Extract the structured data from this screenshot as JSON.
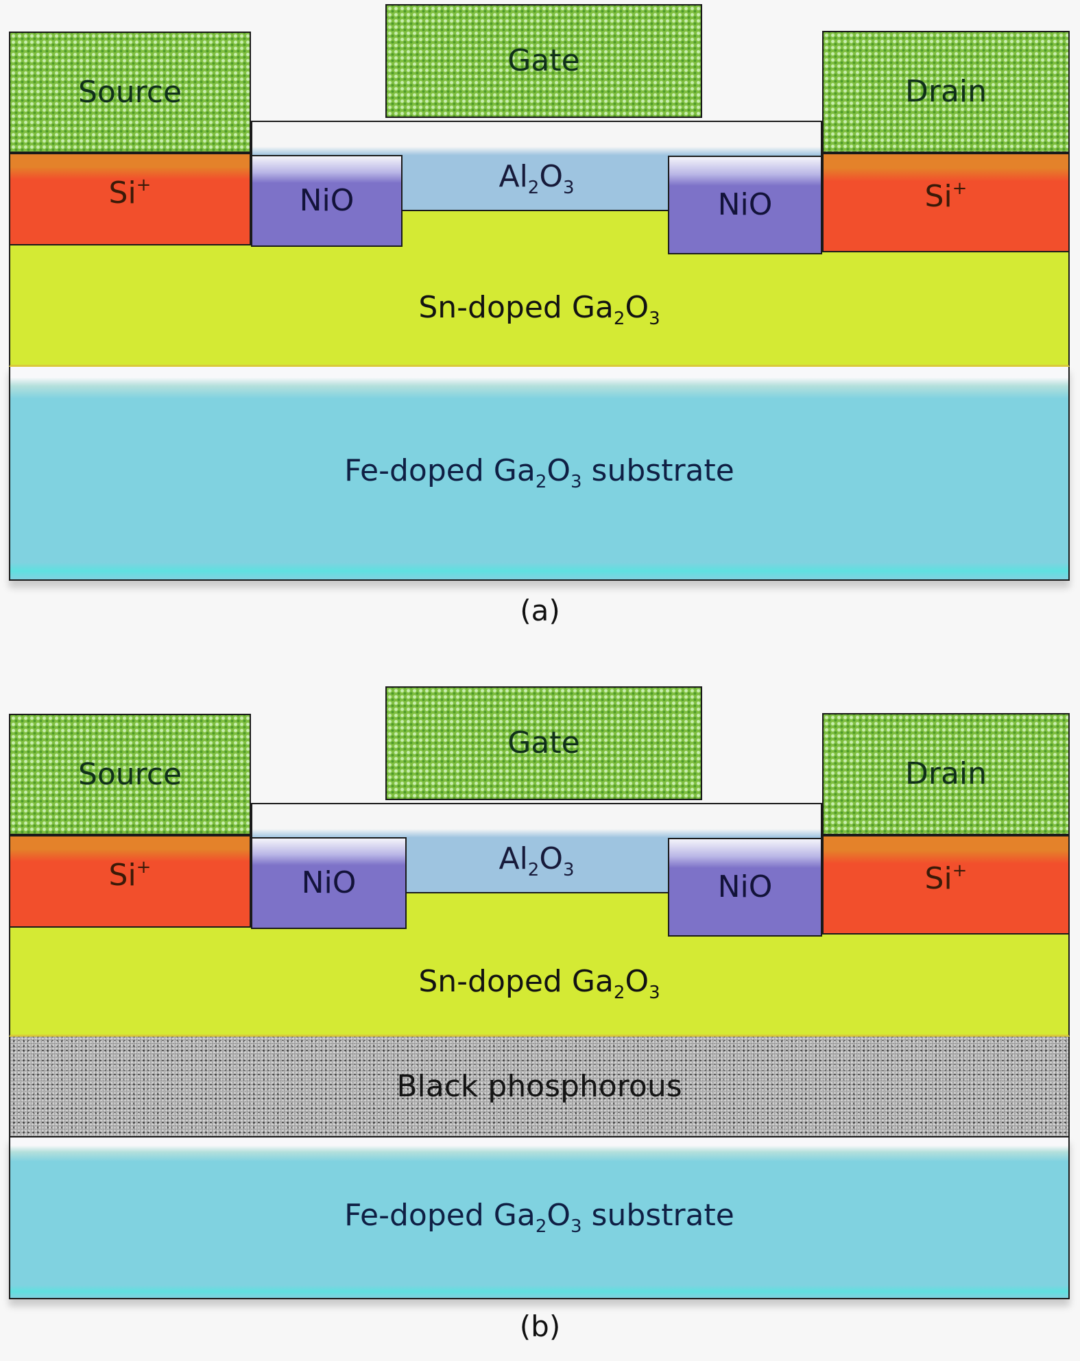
{
  "figure": {
    "panels": [
      {
        "id": "a",
        "caption": "(a)",
        "layers": {
          "source": "Source",
          "gate": "Gate",
          "drain": "Drain",
          "dielectric": {
            "base": "Al",
            "sub1": "2",
            "mid": "O",
            "sub2": "3"
          },
          "left_implant": {
            "base": "Si",
            "sup": "+"
          },
          "right_implant": {
            "base": "Si",
            "sup": "+"
          },
          "left_nio": "NiO",
          "right_nio": "NiO",
          "channel": {
            "base": "Sn-doped Ga",
            "sub1": "2",
            "mid": "O",
            "sub2": "3"
          },
          "substrate": {
            "base": "Fe-doped Ga",
            "sub1": "2",
            "mid": "O",
            "sub2": "3",
            "tail": " substrate"
          }
        }
      },
      {
        "id": "b",
        "caption": "(b)",
        "layers": {
          "source": "Source",
          "gate": "Gate",
          "drain": "Drain",
          "dielectric": {
            "base": "Al",
            "sub1": "2",
            "mid": "O",
            "sub2": "3"
          },
          "left_implant": {
            "base": "Si",
            "sup": "+"
          },
          "right_implant": {
            "base": "Si",
            "sup": "+"
          },
          "left_nio": "NiO",
          "right_nio": "NiO",
          "channel": {
            "base": "Sn-doped Ga",
            "sub1": "2",
            "mid": "O",
            "sub2": "3"
          },
          "buffer": "Black phosphorous",
          "substrate": {
            "base": "Fe-doped Ga",
            "sub1": "2",
            "mid": "O",
            "sub2": "3",
            "tail": " substrate"
          }
        }
      }
    ],
    "colors": {
      "metal": "#7fbf3f",
      "si_implant": "#f24f2c",
      "nio": "#7d72c8",
      "al2o3": "#9ec4e0",
      "sn_doped": "#d4ea34",
      "fe_substrate": "#80d2e0",
      "black_phosphorous": "#8c8c8c"
    }
  }
}
